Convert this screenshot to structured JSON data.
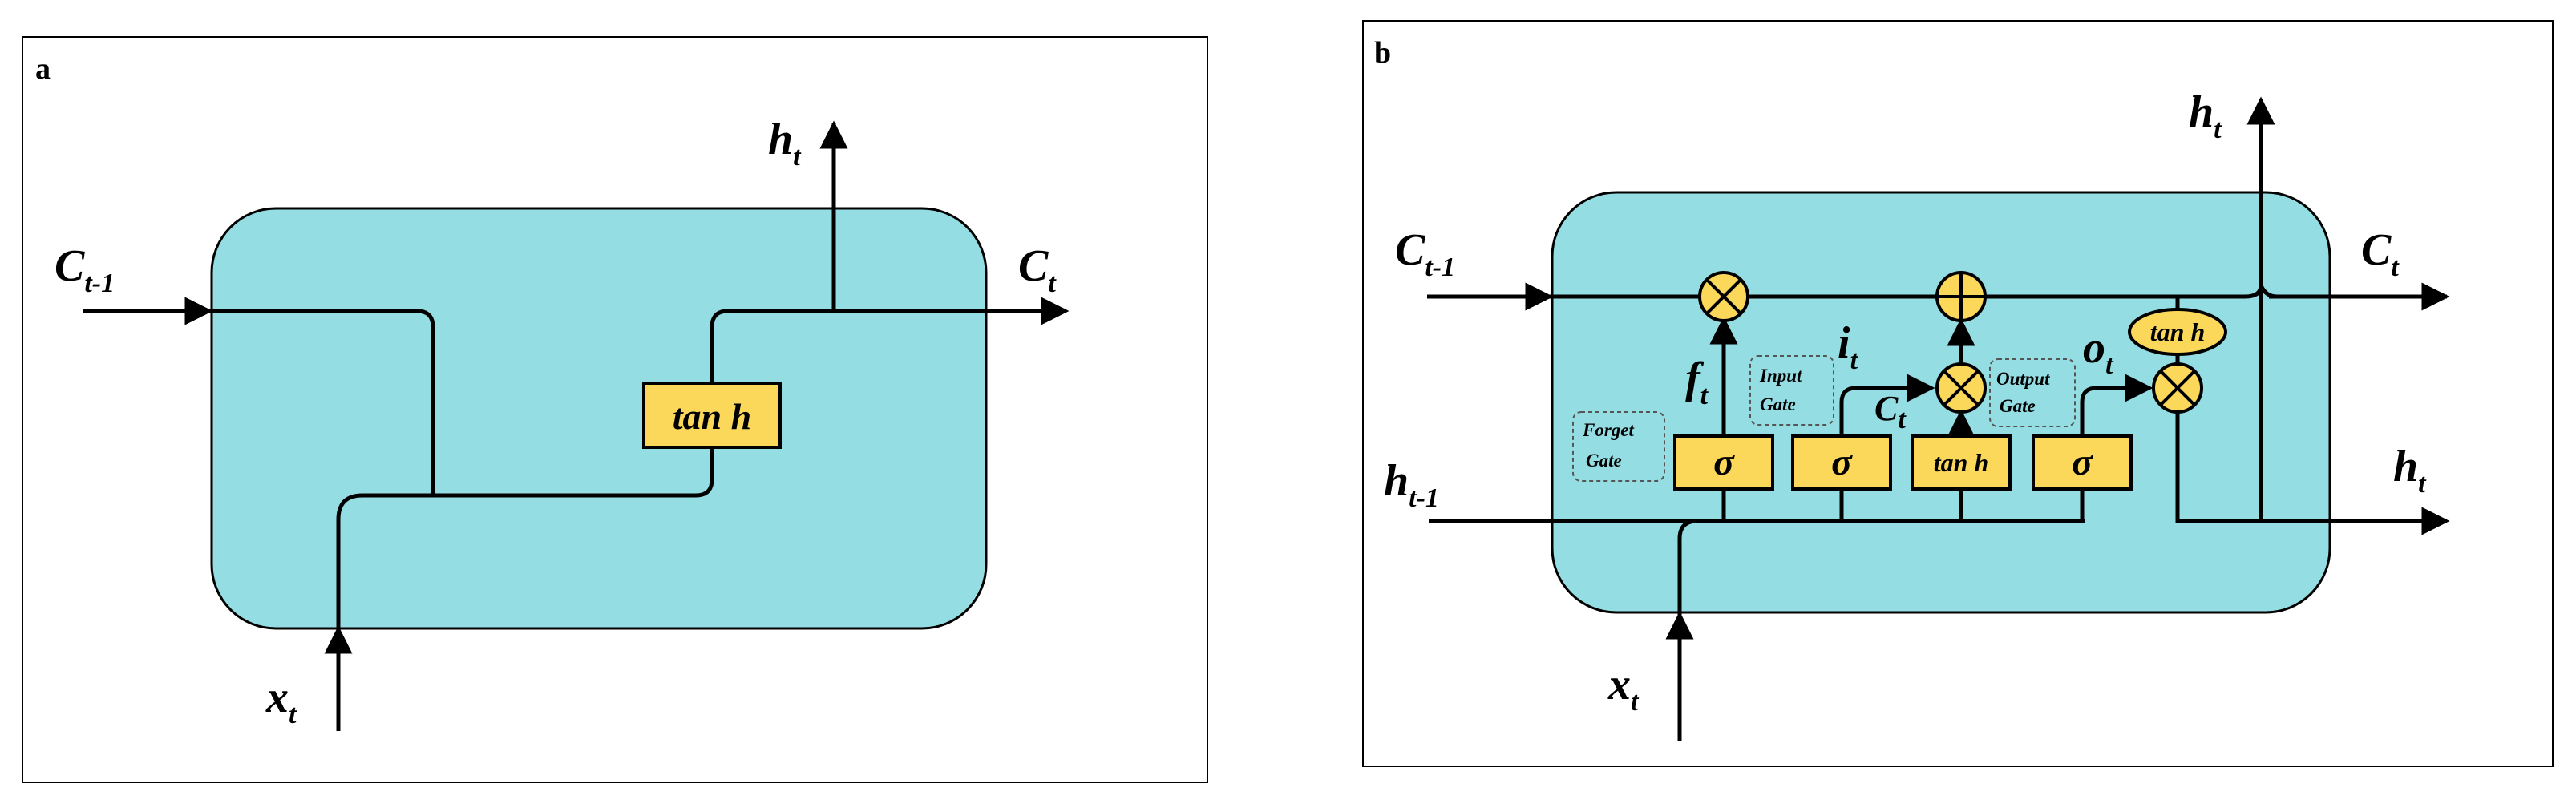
{
  "colors": {
    "cell_fill": "#93dde3",
    "box_fill": "#fbd85a",
    "stroke": "#000000",
    "note_stroke": "#555555"
  },
  "panel_a": {
    "label": "a",
    "c_prev": {
      "main": "C",
      "sub": "t-1"
    },
    "c_out": {
      "main": "C",
      "sub": "t"
    },
    "h_out": {
      "main": "h",
      "sub": "t"
    },
    "x_in": {
      "main": "x",
      "sub": "t"
    },
    "tanh_label": "tan h"
  },
  "panel_b": {
    "label": "b",
    "c_prev": {
      "main": "C",
      "sub": "t-1"
    },
    "c_out": {
      "main": "C",
      "sub": "t"
    },
    "h_top": {
      "main": "h",
      "sub": "t"
    },
    "h_right": {
      "main": "h",
      "sub": "t"
    },
    "h_prev": {
      "main": "h",
      "sub": "t-1"
    },
    "x_in": {
      "main": "x",
      "sub": "t"
    },
    "f": {
      "main": "f",
      "sub": "t"
    },
    "i": {
      "main": "i",
      "sub": "t"
    },
    "c_cand": {
      "main": "C",
      "sub": "t"
    },
    "o": {
      "main": "o",
      "sub": "t"
    },
    "sigma": "σ",
    "tanh_label": "tan h",
    "tanh_small": "tan h",
    "multiply_symbol": "⊗",
    "add_symbol": "⊕",
    "notes": {
      "forget": [
        "Forget",
        "Gate"
      ],
      "input": [
        "Input",
        "Gate"
      ],
      "output": [
        "Output",
        "Gate"
      ]
    }
  }
}
